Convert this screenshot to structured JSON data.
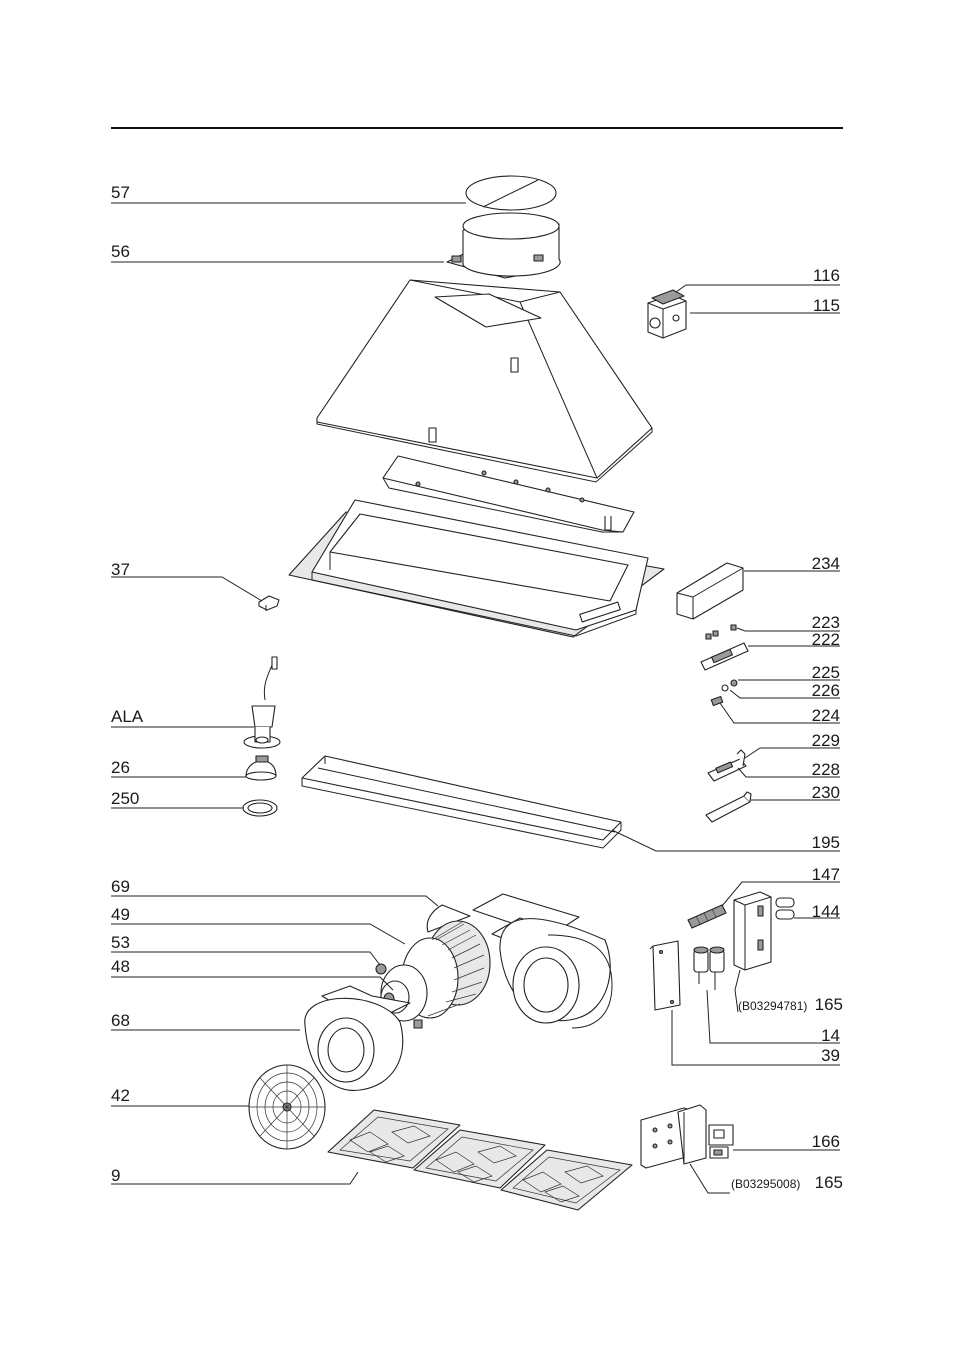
{
  "labels": {
    "p57": "57",
    "p56": "56",
    "p116": "116",
    "p115": "115",
    "p37": "37",
    "p234": "234",
    "p223": "223",
    "p222": "222",
    "p225": "225",
    "p226": "226",
    "p224": "224",
    "pALA": "ALA",
    "p229": "229",
    "p26": "26",
    "p228": "228",
    "p250": "250",
    "p230": "230",
    "p195": "195",
    "p147": "147",
    "p69": "69",
    "p144": "144",
    "p49": "49",
    "p53": "53",
    "p48": "48",
    "p165a_code": "(B03294781)",
    "p165a": "165",
    "p68": "68",
    "p14": "14",
    "p39": "39",
    "p42": "42",
    "p166": "166",
    "p9": "9",
    "p165b_code": "(B03295008)",
    "p165b": "165"
  }
}
